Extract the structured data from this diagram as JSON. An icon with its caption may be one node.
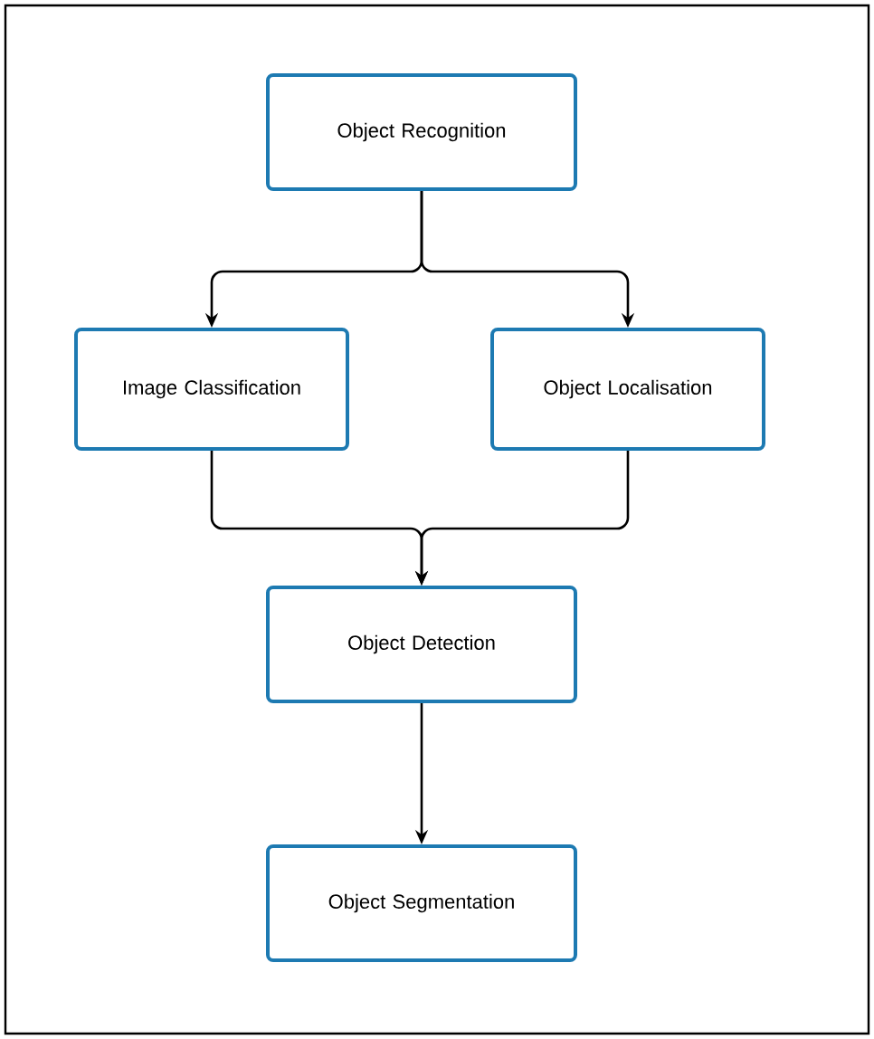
{
  "diagram": {
    "nodes": [
      {
        "text": [
          "Object Recognition"
        ]
      },
      {
        "text": [
          "Image Classification"
        ]
      },
      {
        "text": [
          "Object Localisation"
        ]
      },
      {
        "text": [
          "Object Detection"
        ]
      },
      {
        "text": [
          "Object Segmentation"
        ]
      }
    ],
    "edges": [
      {
        "from": 0,
        "to": 1,
        "arrow": "to"
      },
      {
        "from": 0,
        "to": 2,
        "arrow": "to"
      },
      {
        "from": 1,
        "to": 3,
        "arrow": "to"
      },
      {
        "from": 2,
        "to": 3,
        "arrow": "to"
      },
      {
        "from": 3,
        "to": 4,
        "arrow": "to"
      }
    ]
  }
}
